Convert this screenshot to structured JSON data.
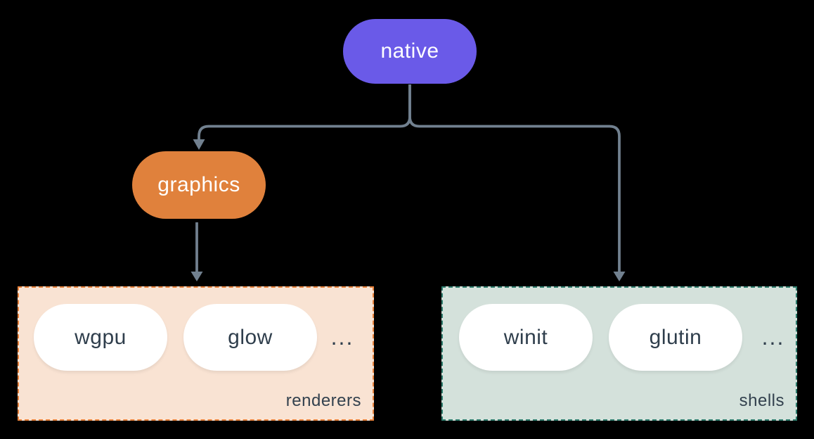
{
  "diagram": {
    "root": {
      "label": "native"
    },
    "children": {
      "graphics": {
        "label": "graphics"
      }
    },
    "groups": [
      {
        "name": "renderers",
        "label": "renderers",
        "items": [
          "wgpu",
          "glow"
        ],
        "ellipsis": "..."
      },
      {
        "name": "shells",
        "label": "shells",
        "items": [
          "winit",
          "glutin"
        ],
        "ellipsis": "..."
      }
    ]
  },
  "colors": {
    "background": "#000000",
    "native_fill": "#6a5ae8",
    "graphics_fill": "#e0813c",
    "pill_fill": "#ffffff",
    "pill_text": "#2f3e4c",
    "node_text": "#ffffff",
    "connector": "#71808f",
    "renderers_fill": "#f9e3d3",
    "renderers_border": "#e8823c",
    "shells_fill": "#d4e1db",
    "shells_border": "#2f7d6e",
    "label_text": "#33414e"
  }
}
